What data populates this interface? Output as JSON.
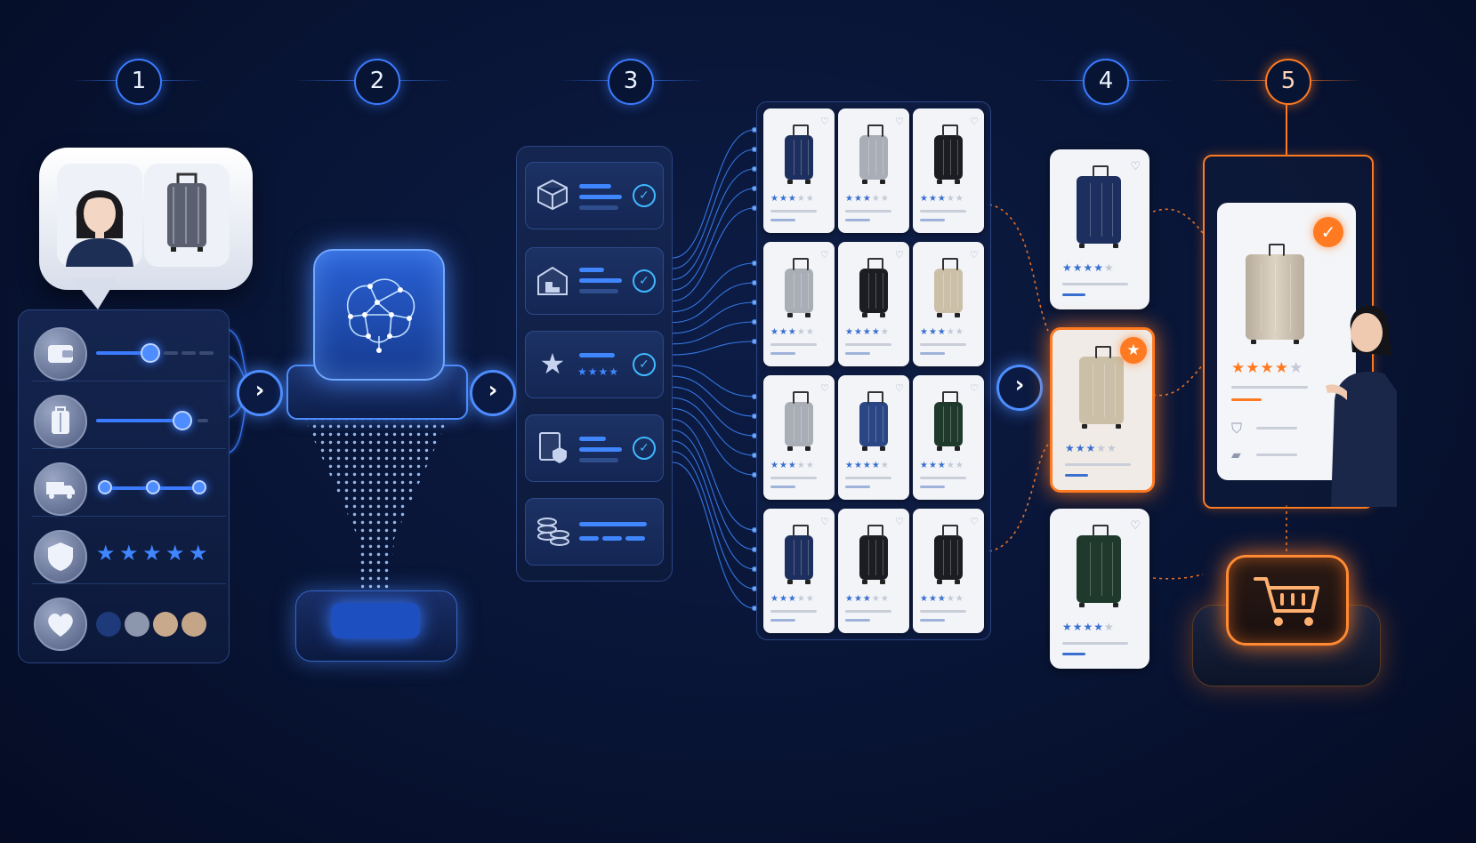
{
  "steps": [
    {
      "label": "1",
      "color": "#3b7bff"
    },
    {
      "label": "2",
      "color": "#3b7bff"
    },
    {
      "label": "3",
      "color": "#3b7bff"
    },
    {
      "label": "4",
      "color": "#3b7bff"
    },
    {
      "label": "5",
      "color": "#ff7a21"
    }
  ],
  "colors": {
    "accent": "#3b7bff",
    "highlight": "#ff7a21",
    "background": "#081434"
  },
  "preferences": [
    {
      "icon": "wallet-icon",
      "slider_level": 0.5
    },
    {
      "icon": "suitcase-icon",
      "slider_level": 0.8
    },
    {
      "icon": "delivery-truck-icon",
      "slider_points": 3
    },
    {
      "icon": "shield-icon",
      "rating": 5
    },
    {
      "icon": "heart-icon",
      "colors": [
        "#1e3a7a",
        "#8c97ad",
        "#c9a98c",
        "#c4a587"
      ]
    }
  ],
  "criteria": [
    {
      "icon": "package-icon",
      "checked": true
    },
    {
      "icon": "warehouse-icon",
      "checked": true
    },
    {
      "icon": "star-rating-icon",
      "stars": 4,
      "checked": true
    },
    {
      "icon": "warranty-document-icon",
      "checked": true
    },
    {
      "icon": "coins-stack-icon",
      "checked": false
    }
  ],
  "products": [
    {
      "color": "#1d2f5e",
      "stars": 3
    },
    {
      "color": "#a9adb6",
      "stars": 3
    },
    {
      "color": "#1c1d22",
      "stars": 3
    },
    {
      "color": "#a9adb6",
      "stars": 3
    },
    {
      "color": "#1c1d22",
      "stars": 4
    },
    {
      "color": "#cbbfa8",
      "stars": 3
    },
    {
      "color": "#a9adb6",
      "stars": 3
    },
    {
      "color": "#2b4684",
      "stars": 4
    },
    {
      "color": "#1f3a2c",
      "stars": 3
    },
    {
      "color": "#1d2f5e",
      "stars": 3
    },
    {
      "color": "#1c1d22",
      "stars": 3
    },
    {
      "color": "#1c1d22",
      "stars": 3
    }
  ],
  "shortlist": [
    {
      "color": "#1d2f5e",
      "stars": 4,
      "highlighted": false
    },
    {
      "color": "#cbbfa8",
      "stars": 3,
      "highlighted": true
    },
    {
      "color": "#1f3a2c",
      "stars": 4,
      "highlighted": false
    }
  ],
  "final": {
    "color": "#c9bfae",
    "stars": 4,
    "selected": true
  },
  "icons": {
    "checkout": "shopping-cart-icon",
    "selected_badge": "checkmark-icon",
    "top_pick_badge": "star-icon"
  }
}
